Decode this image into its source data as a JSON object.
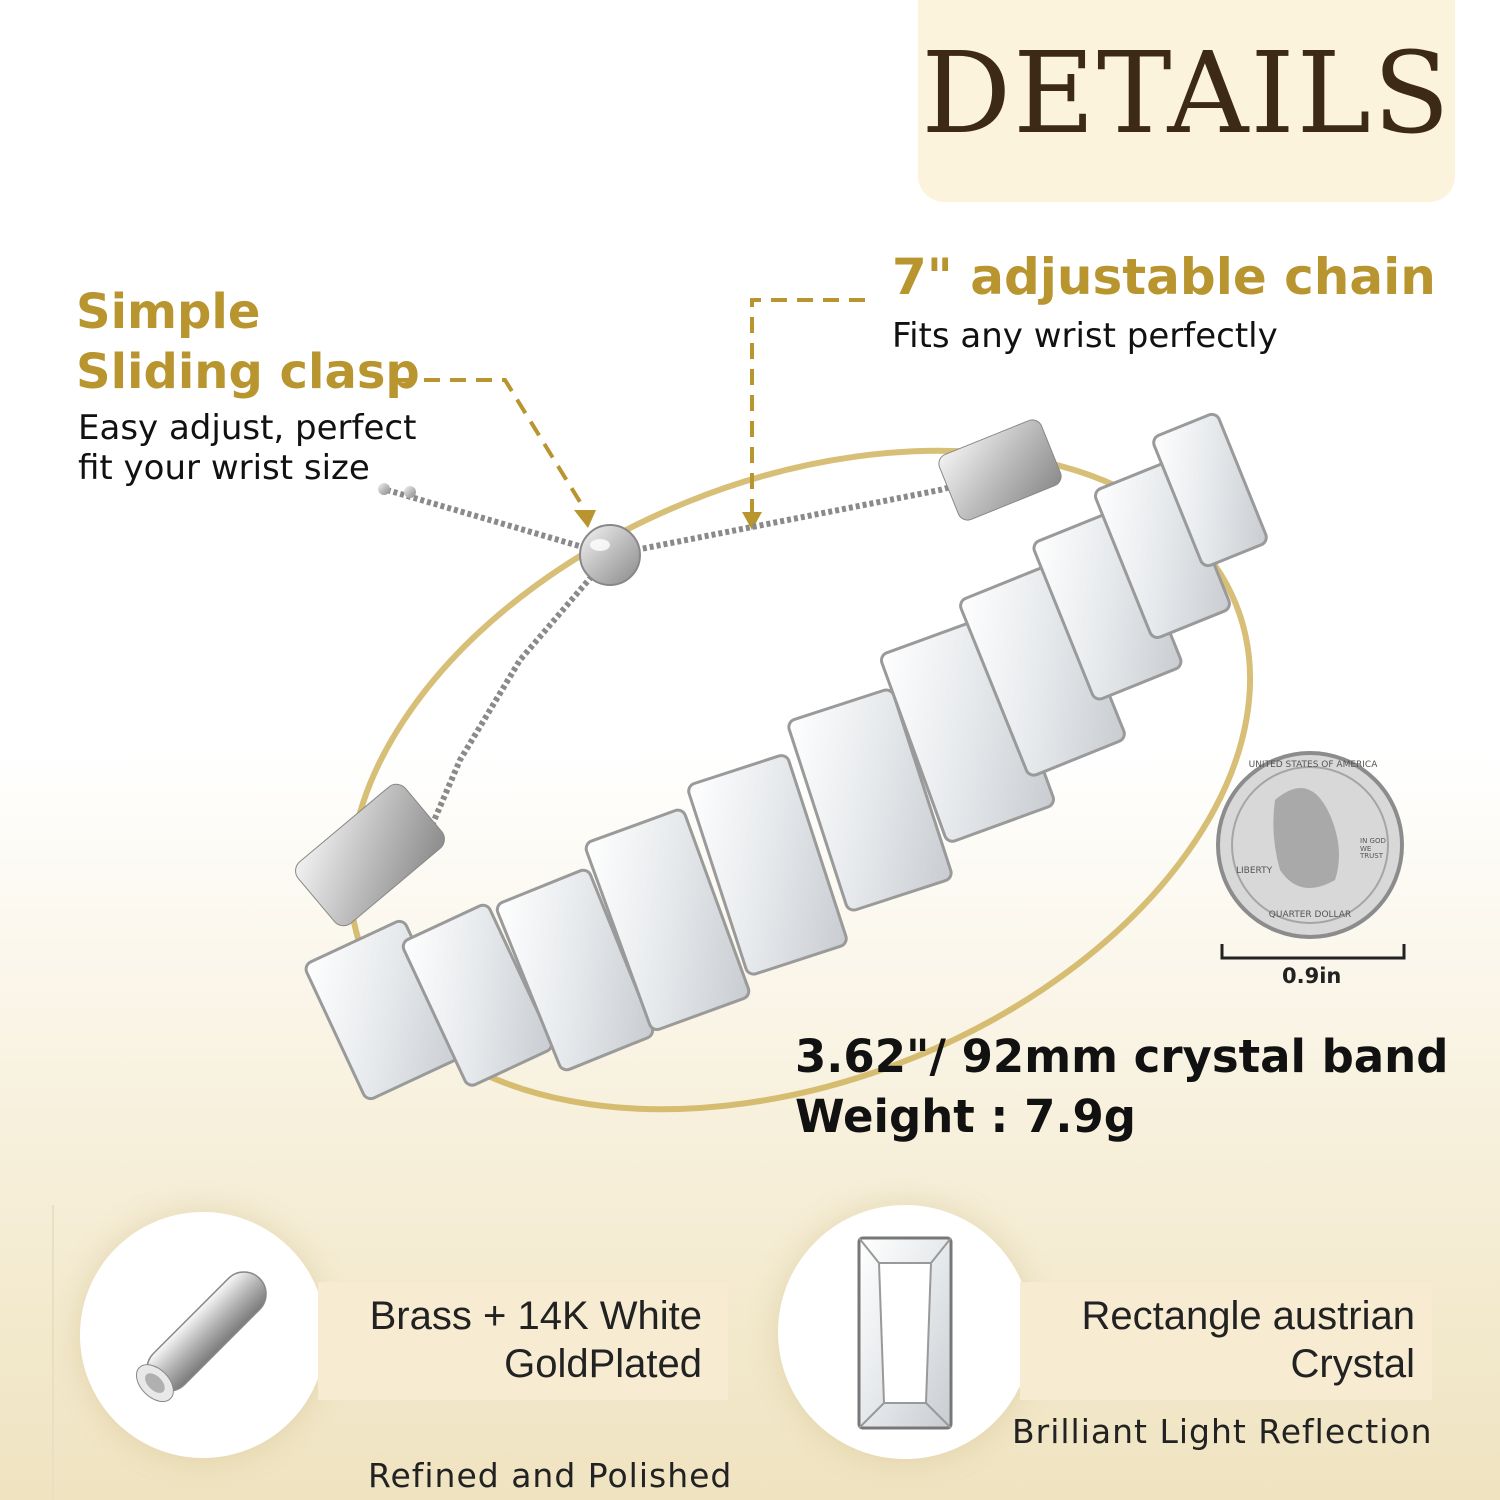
{
  "header": {
    "title": "DETAILS"
  },
  "callouts": {
    "clasp": {
      "title_line1": "Simple",
      "title_line2": "Sliding clasp",
      "desc_line1": "Easy adjust, perfect",
      "desc_line2": "fit your wrist size"
    },
    "chain": {
      "title": "7\" adjustable chain",
      "desc": "Fits any wrist perfectly"
    }
  },
  "specs": {
    "band": "3.62\"/ 92mm crystal band",
    "weight": "Weight : 7.9g"
  },
  "coin": {
    "size_label": "0.9in",
    "rim_text_top": "UNITED STATES OF AMERICA",
    "rim_text_bottom": "QUARTER DOLLAR",
    "liberty": "LIBERTY",
    "motto": "IN GOD WE TRUST"
  },
  "features": [
    {
      "label_line1": "Brass + 14K White",
      "label_line2": "GoldPlated",
      "sub": "Refined and Polished"
    },
    {
      "label_line1": "Rectangle austrian",
      "label_line2": "Crystal",
      "sub": "Brilliant Light Reflection"
    }
  ],
  "colors": {
    "gold": "#b8952e",
    "title": "#3d2a16",
    "title_bg": "#fbf3dc",
    "feature_bg": "#f7ecd2"
  }
}
